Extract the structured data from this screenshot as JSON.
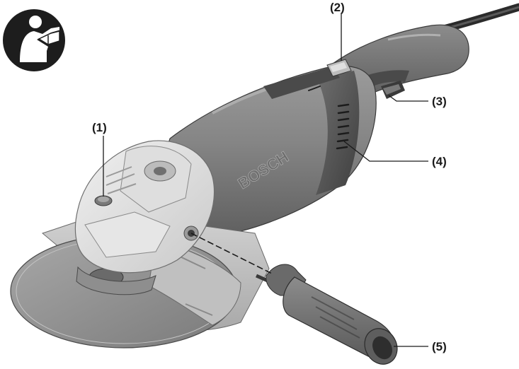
{
  "figure": {
    "manual_icon": "read-manual-icon",
    "brand_text": "BOSCH",
    "callouts": [
      {
        "id": "1",
        "text": "(1)"
      },
      {
        "id": "2",
        "text": "(2)"
      },
      {
        "id": "3",
        "text": "(3)"
      },
      {
        "id": "4",
        "text": "(4)"
      },
      {
        "id": "5",
        "text": "(5)"
      }
    ]
  }
}
